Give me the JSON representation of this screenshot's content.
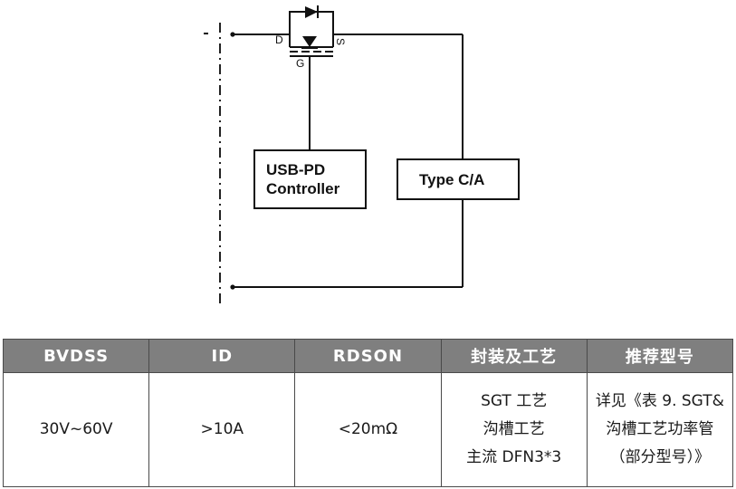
{
  "diagram": {
    "controller_line1": "USB-PD",
    "controller_line2": "Controller",
    "port_label": "Type C/A",
    "pin_d": "D",
    "pin_g": "G",
    "pin_s": "S"
  },
  "table": {
    "headers": [
      "BVDSS",
      "ID",
      "RDSON",
      "封装及工艺",
      "推荐型号"
    ],
    "row": {
      "bvdss": "30V~60V",
      "id": ">10A",
      "rdson": "<20mΩ",
      "package": [
        "SGT 工艺",
        "沟槽工艺",
        "主流 DFN3*3"
      ],
      "recommend": [
        "详见《表 9. SGT&",
        "沟槽工艺功率管",
        "（部分型号）》"
      ]
    }
  }
}
